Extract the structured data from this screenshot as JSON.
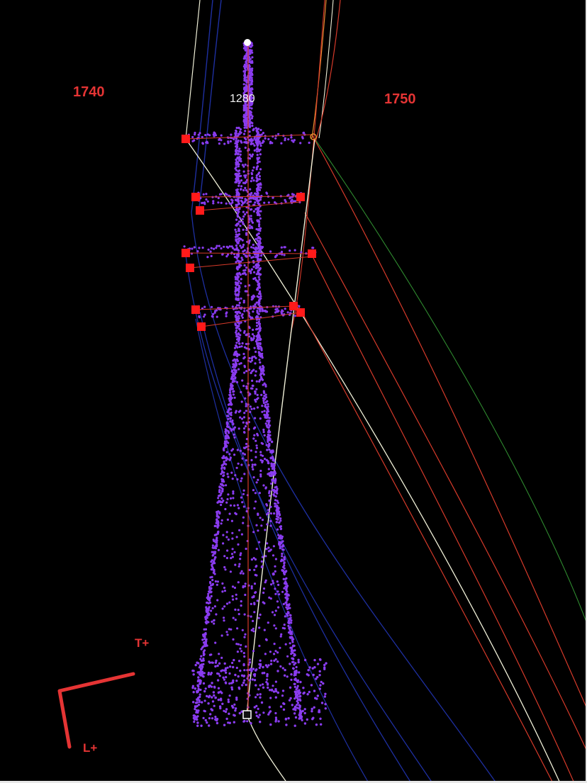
{
  "view": {
    "labels": {
      "span_left": "1740",
      "span_right": "1750",
      "tower_id": "1280"
    },
    "axis_indicator": {
      "t_label": "T+",
      "l_label": "L+"
    }
  },
  "colors": {
    "background": "#000000",
    "point_cloud": "#8a3cf0",
    "attachment_points": "#ff1a1a",
    "axis_indicator": "#e53434",
    "span_labels": "#e53434",
    "wire_blue": "#1e2fa0",
    "wire_red": "#d63a2a",
    "wire_white": "#f0f0d8",
    "wire_green": "#2f8a2f",
    "wire_orange": "#e88b30"
  },
  "icons": [
    "tower-top-marker-icon",
    "tower-base-marker-icon",
    "axis-indicator-icon"
  ]
}
